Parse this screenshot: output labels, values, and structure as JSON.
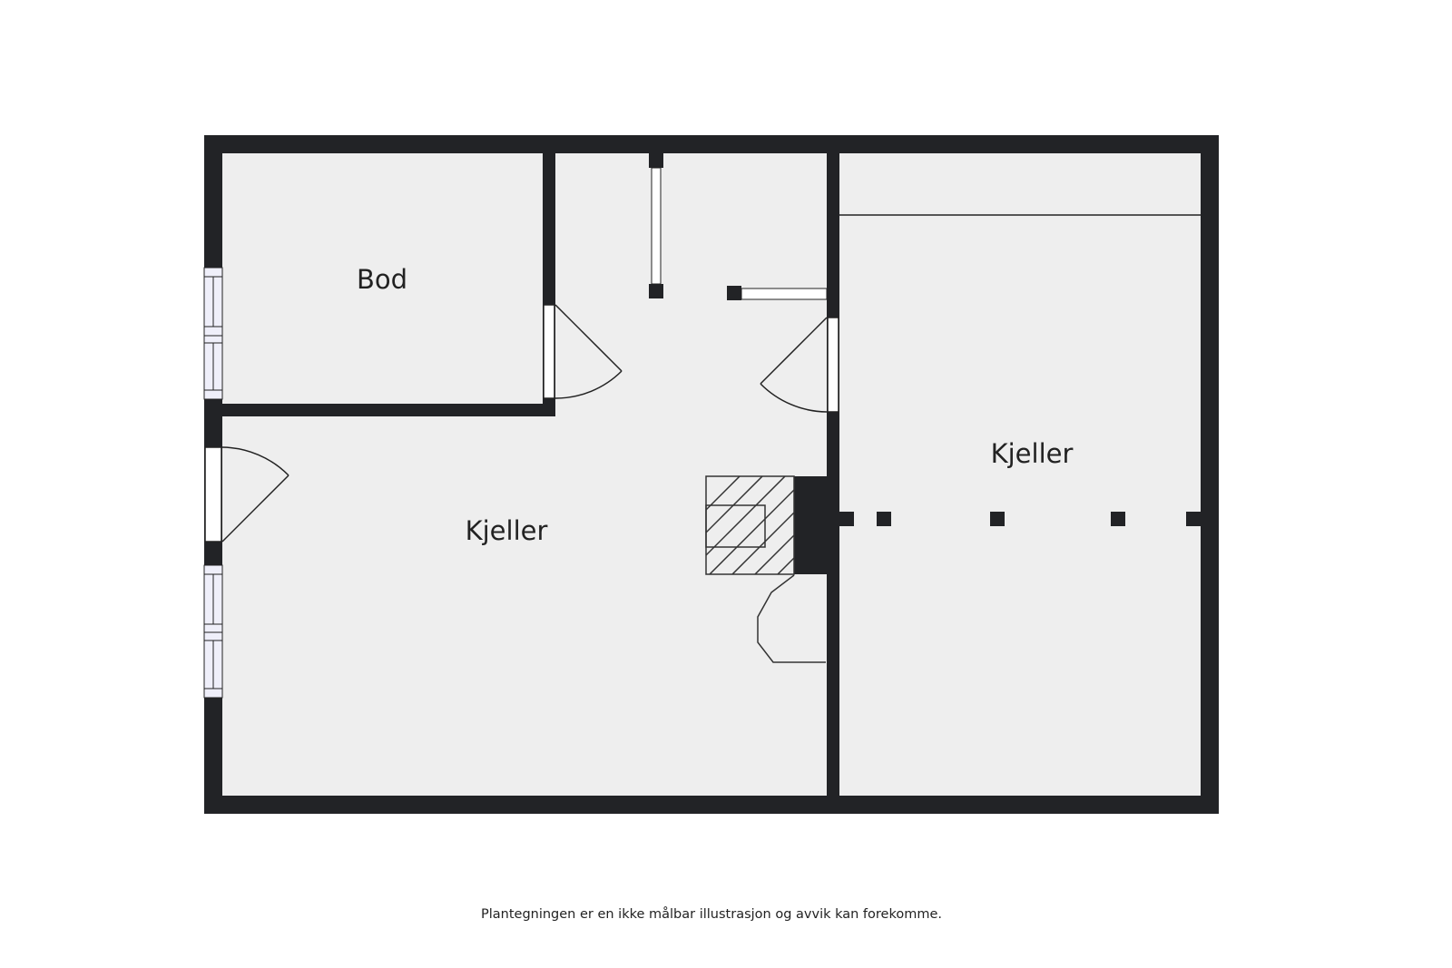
{
  "plan": {
    "rooms": [
      {
        "label": "Bod"
      },
      {
        "label": "Kjeller"
      },
      {
        "label": "Kjeller"
      }
    ],
    "colors": {
      "wall": "#222326",
      "floor": "#eeeeee",
      "window": "#efeffa"
    }
  },
  "footer": {
    "disclaimer": "Plantegningen er en ikke målbar illustrasjon og avvik kan forekomme."
  }
}
